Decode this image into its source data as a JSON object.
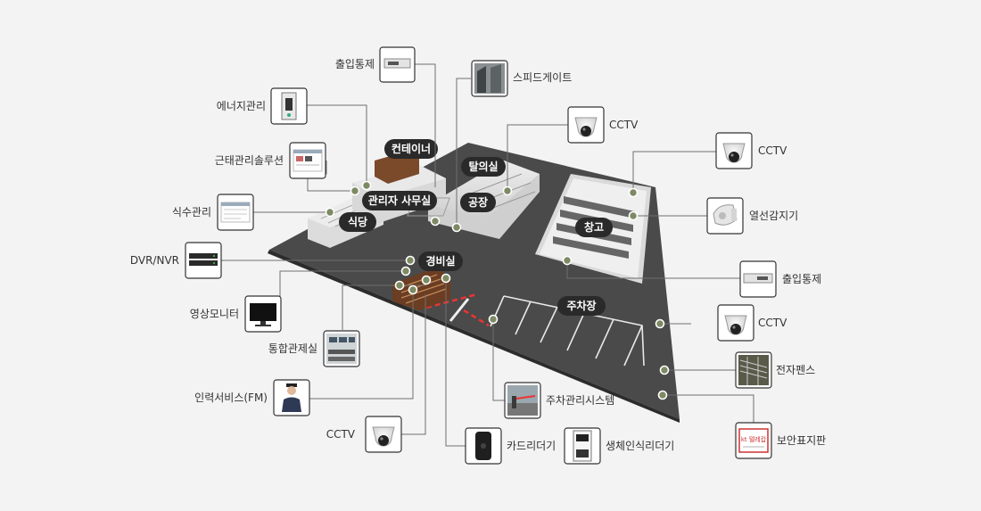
{
  "colors": {
    "background": "#f3f3f3",
    "floor": "#4a4a4a",
    "pill": "#2a2a2a",
    "marker": "#7d8a63",
    "connector": "#6f6f6f"
  },
  "areas": {
    "container": "컨테이너",
    "changing_room": "탈의실",
    "office": "관리자 사무실",
    "cafeteria": "식당",
    "factory": "공장",
    "warehouse": "창고",
    "guard_room": "경비실",
    "parking": "주차장"
  },
  "devices": {
    "access_control_top": {
      "label": "출입통제",
      "icon": "access-terminal-icon"
    },
    "speed_gate": {
      "label": "스피드게이트",
      "icon": "speed-gate-icon"
    },
    "energy_mgmt": {
      "label": "에너지관리",
      "icon": "wall-panel-icon"
    },
    "cctv_top": {
      "label": "CCTV",
      "icon": "dome-camera-icon"
    },
    "cctv_right": {
      "label": "CCTV",
      "icon": "dome-camera-icon"
    },
    "attendance": {
      "label": "근태관리솔루션",
      "icon": "software-screen-icon"
    },
    "thermal": {
      "label": "열선감지기",
      "icon": "thermal-sensor-icon"
    },
    "meal_mgmt": {
      "label": "식수관리",
      "icon": "software-screen-icon"
    },
    "dvr": {
      "label": "DVR/NVR",
      "icon": "recorder-icon"
    },
    "access_control_right": {
      "label": "출입통제",
      "icon": "access-terminal-icon"
    },
    "monitor": {
      "label": "영상모니터",
      "icon": "monitor-icon"
    },
    "cctv_mid": {
      "label": "CCTV",
      "icon": "dome-camera-icon"
    },
    "control_room": {
      "label": "통합관제실",
      "icon": "control-room-icon"
    },
    "electric_fence": {
      "label": "전자펜스",
      "icon": "fence-icon"
    },
    "manpower": {
      "label": "인력서비스(FM)",
      "icon": "guard-person-icon"
    },
    "parking_system": {
      "label": "주차관리시스템",
      "icon": "parking-gate-icon"
    },
    "security_sign": {
      "label": "보안표지판",
      "icon": "security-sign-icon",
      "sign_text": "kt 텔레캅"
    },
    "cctv_bottom": {
      "label": "CCTV",
      "icon": "dome-camera-icon"
    },
    "card_reader": {
      "label": "카드리더기",
      "icon": "card-reader-icon"
    },
    "biometric_reader": {
      "label": "생체인식리더기",
      "icon": "biometric-reader-icon"
    }
  }
}
